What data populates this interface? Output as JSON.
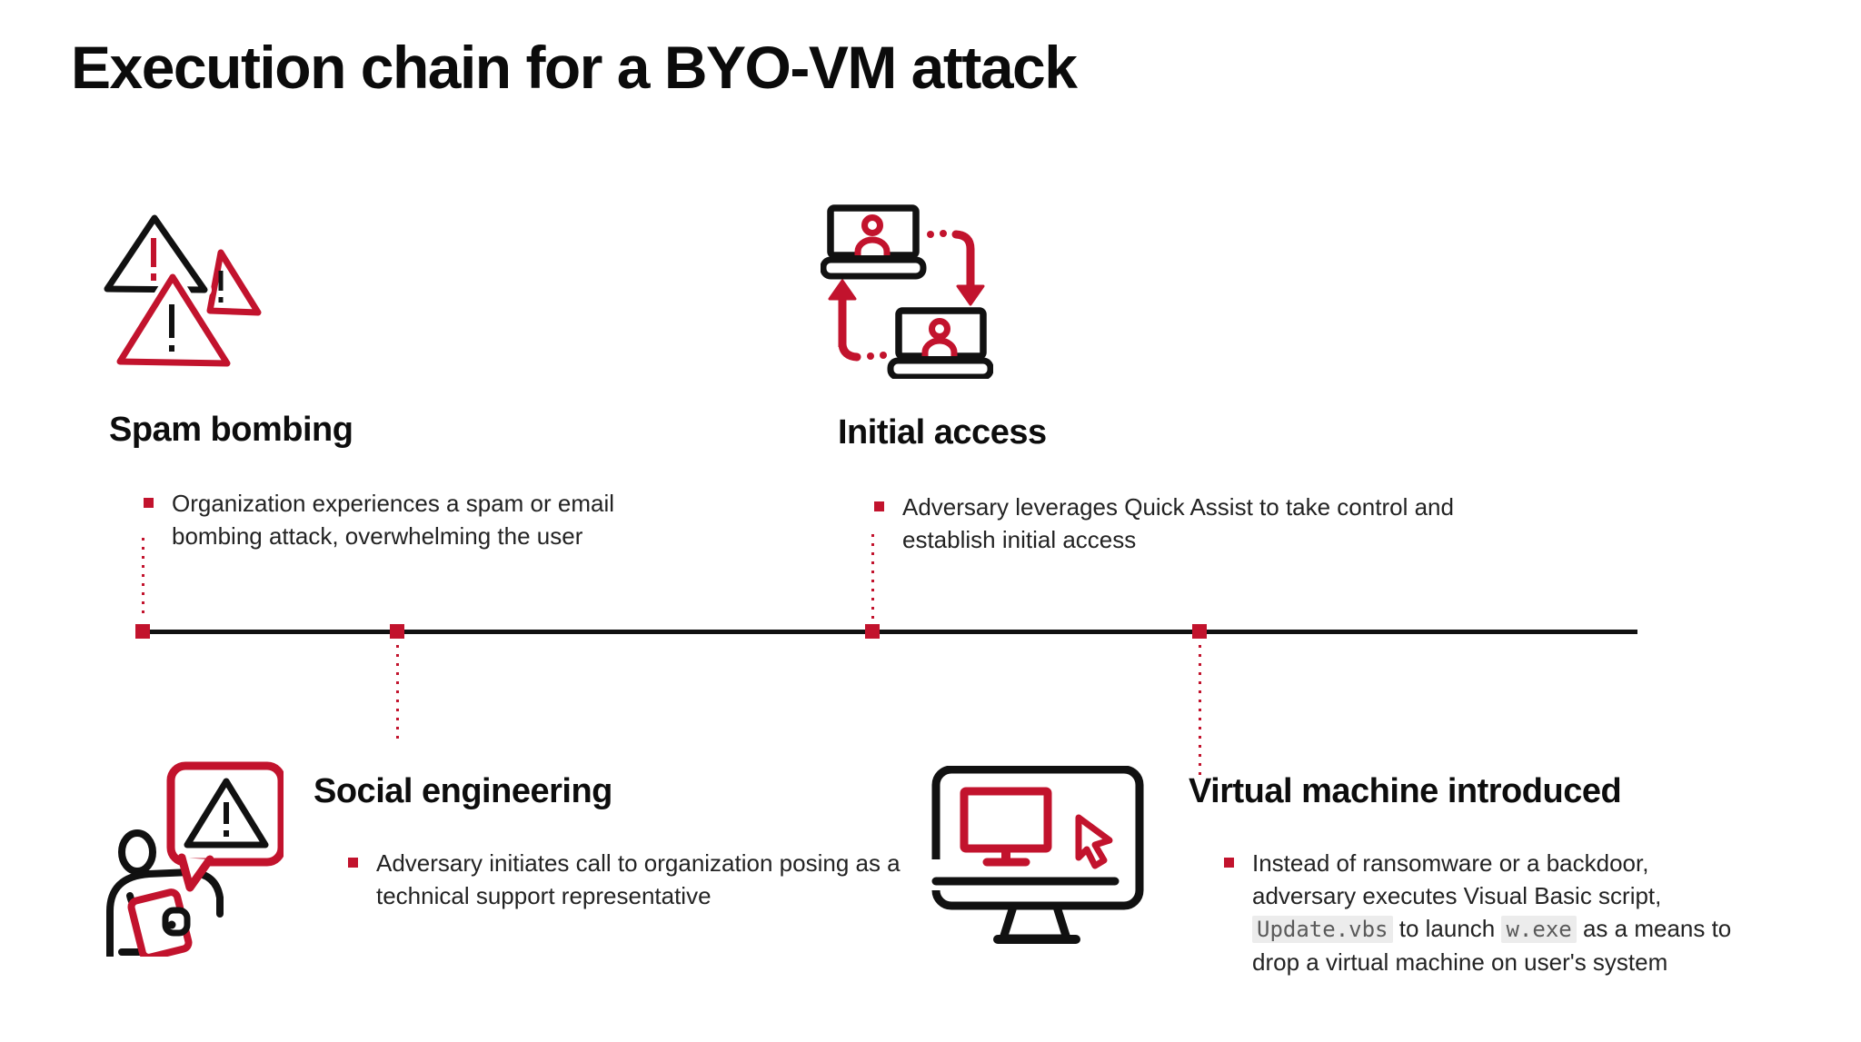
{
  "title": "Execution chain for a BYO-VM attack",
  "colors": {
    "accent_red": "#c2132d",
    "ink_black": "#111111",
    "code_background": "#ececec",
    "code_text": "#5a5a5a"
  },
  "timeline": {
    "orientation": "horizontal",
    "marker_count": 4,
    "marker_shape": "red-square",
    "connector_style": "red-dotted-vertical"
  },
  "stages": [
    {
      "label": "Spam bombing",
      "icon": "warning-triangles-icon",
      "side": "above",
      "bullet": "Organization experiences a spam or email bombing attack, overwhelming the user"
    },
    {
      "label": "Initial access",
      "icon": "remote-session-laptops-icon",
      "side": "above",
      "bullet": "Adversary leverages Quick Assist to take control and establish initial access"
    },
    {
      "label": "Social engineering",
      "icon": "support-call-person-icon",
      "side": "below",
      "bullet": "Adversary initiates call to organization posing as a technical support representative"
    },
    {
      "label": "Virtual machine introduced",
      "icon": "computer-cursor-icon",
      "side": "below",
      "bullet_parts": {
        "pre": "Instead of ransomware or a backdoor, adversary executes Visual Basic script, ",
        "code1": "Update.vbs",
        "mid": " to launch ",
        "code2": "w.exe",
        "post": " as a means to drop a virtual machine on user's system"
      }
    }
  ]
}
